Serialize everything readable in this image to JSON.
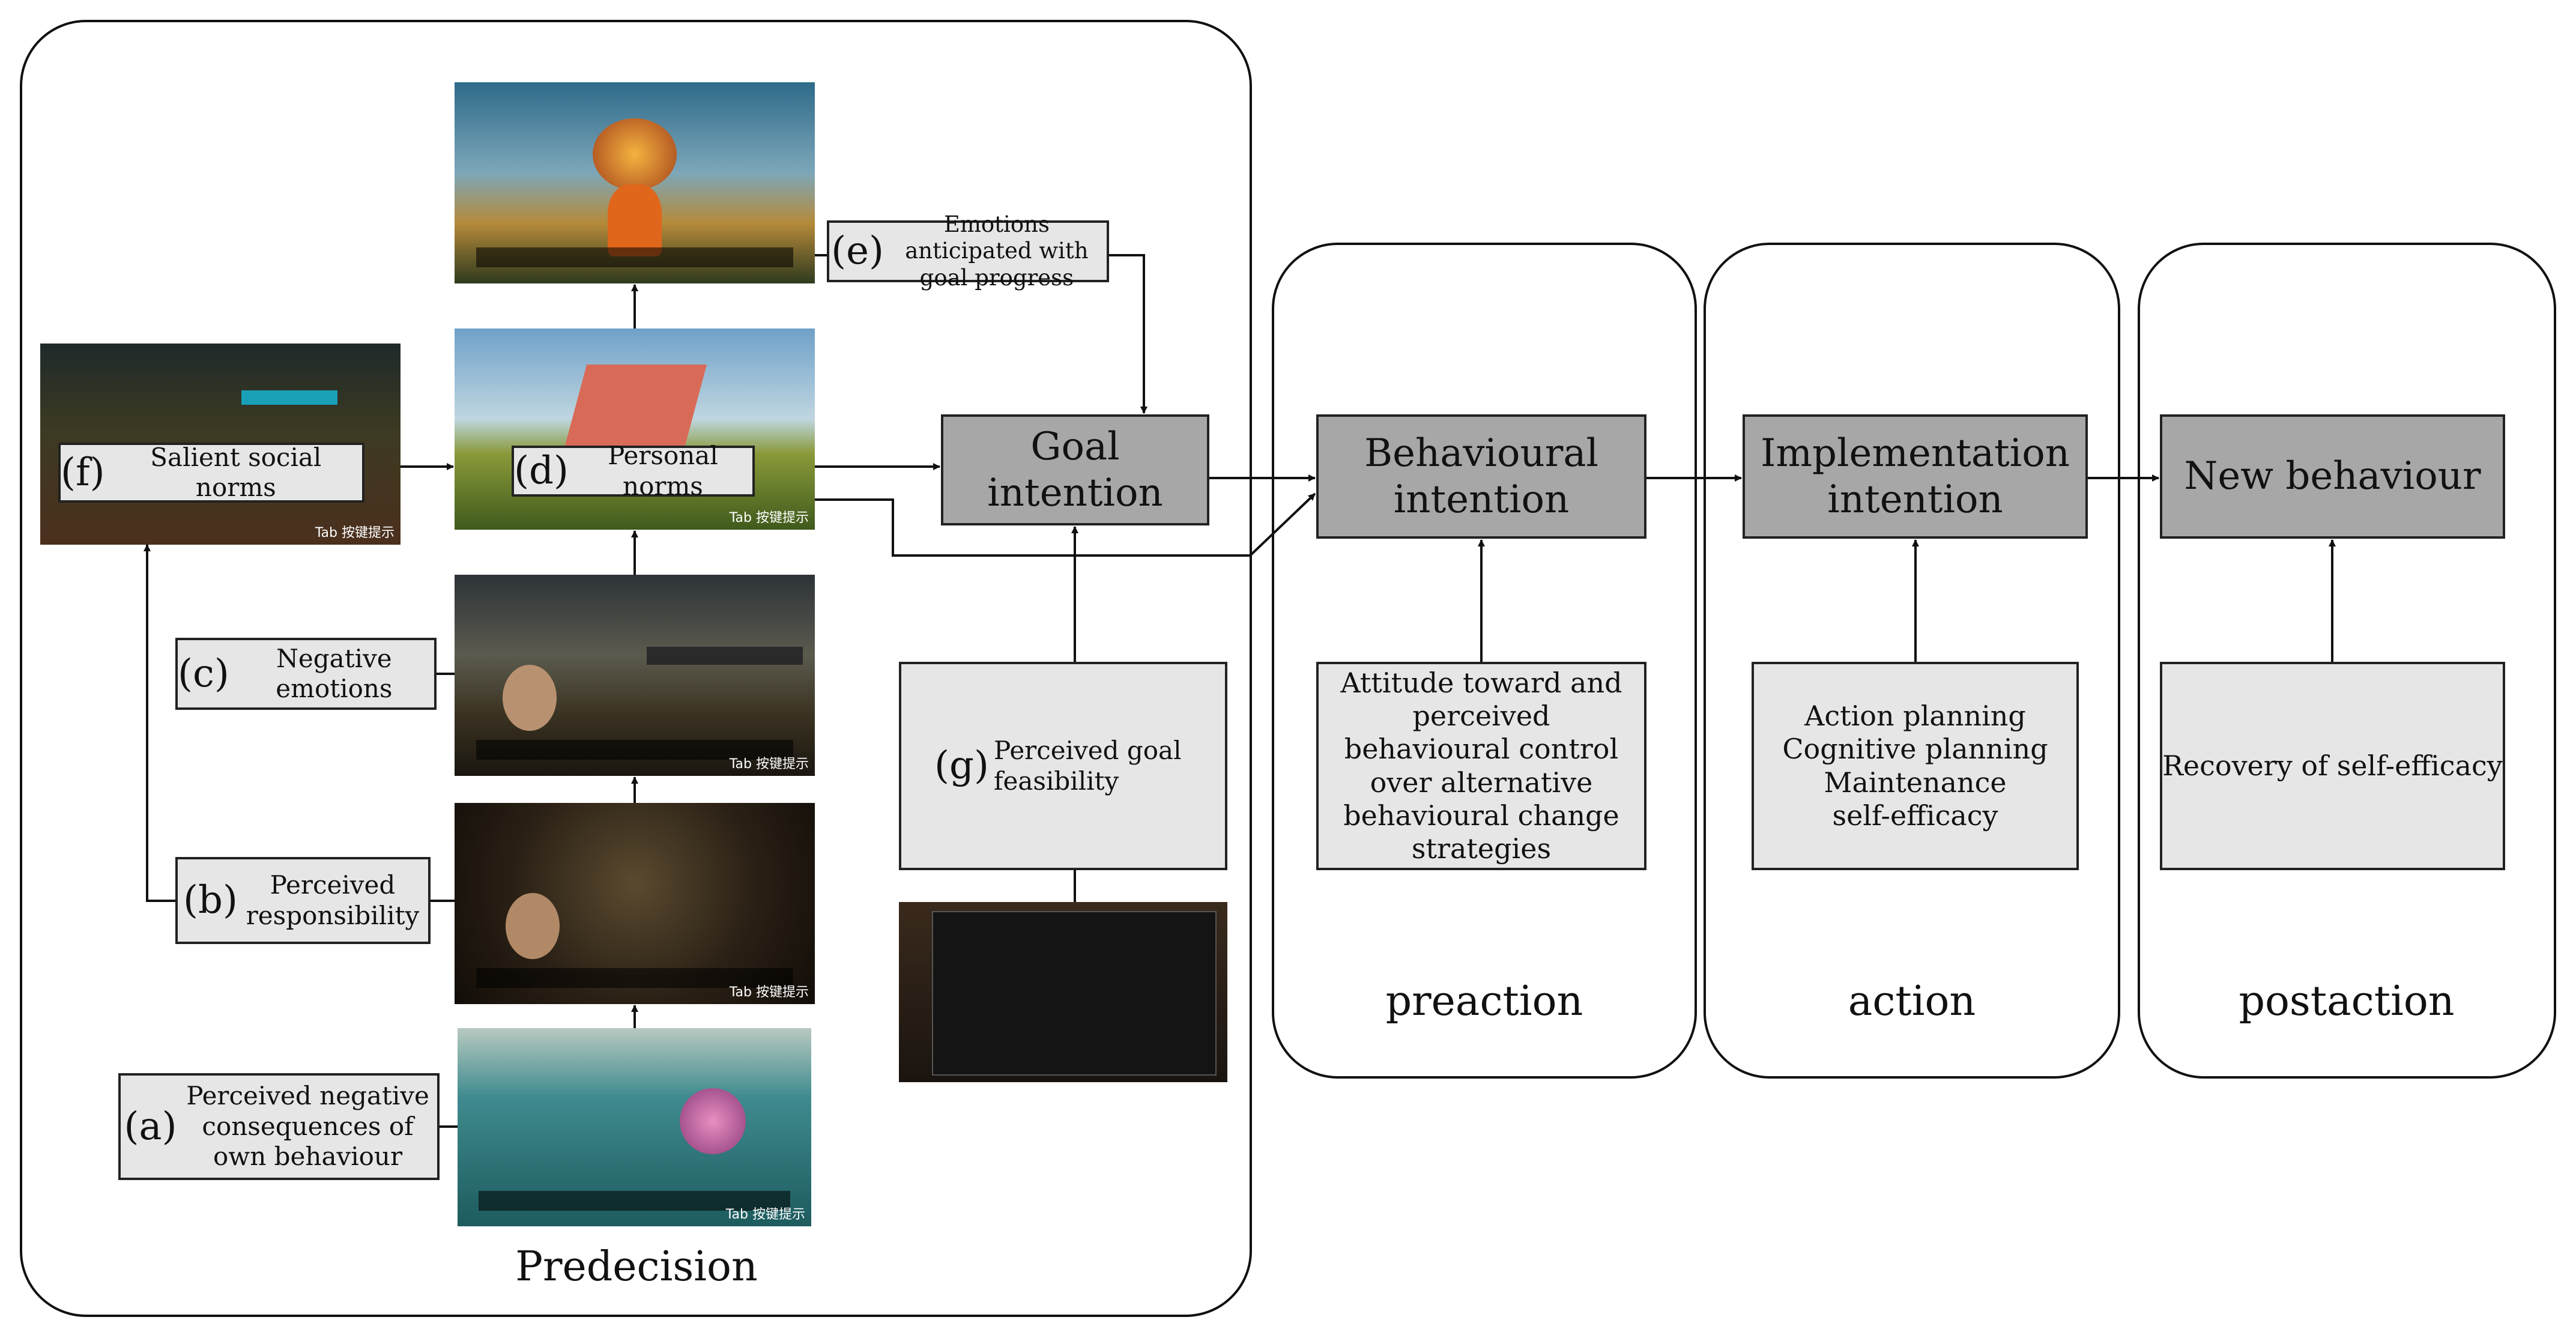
{
  "phases": {
    "predecision": "Predecision",
    "preaction": "preaction",
    "action": "action",
    "postaction": "postaction"
  },
  "boxes": {
    "goal_intention": "Goal intention",
    "behavioural_intention": "Behavioural intention",
    "implementation_intention": "Implementation intention",
    "new_behaviour": "New behaviour",
    "attitude": "Attitude toward and perceived behavioural control over alternative behavioural change strategies",
    "planning_action": "Action planning",
    "planning_cognitive": "Cognitive planning",
    "planning_maintenance": "Maintenance",
    "planning_self_efficacy": "self-efficacy",
    "recovery": "Recovery of self-efficacy"
  },
  "factors": {
    "a": {
      "letter": "(a)",
      "text": "Perceived negative consequences of own behaviour"
    },
    "b": {
      "letter": "(b)",
      "text": "Perceived responsibility"
    },
    "c": {
      "letter": "(c)",
      "text": "Negative emotions"
    },
    "d": {
      "letter": "(d)",
      "text": "Personal norms"
    },
    "e": {
      "letter": "(e)",
      "text": "Emotions anticipated with goal progress"
    },
    "f": {
      "letter": "(f)",
      "text": "Salient social norms"
    },
    "g": {
      "letter": "(g)",
      "text": "Perceived goal feasibility"
    }
  },
  "screenshots": {
    "tab_hint": "Tab 按键提示"
  },
  "colors": {
    "dark_box": "#a7a7a7",
    "light_box": "#e6e6e6",
    "line": "#111111"
  }
}
